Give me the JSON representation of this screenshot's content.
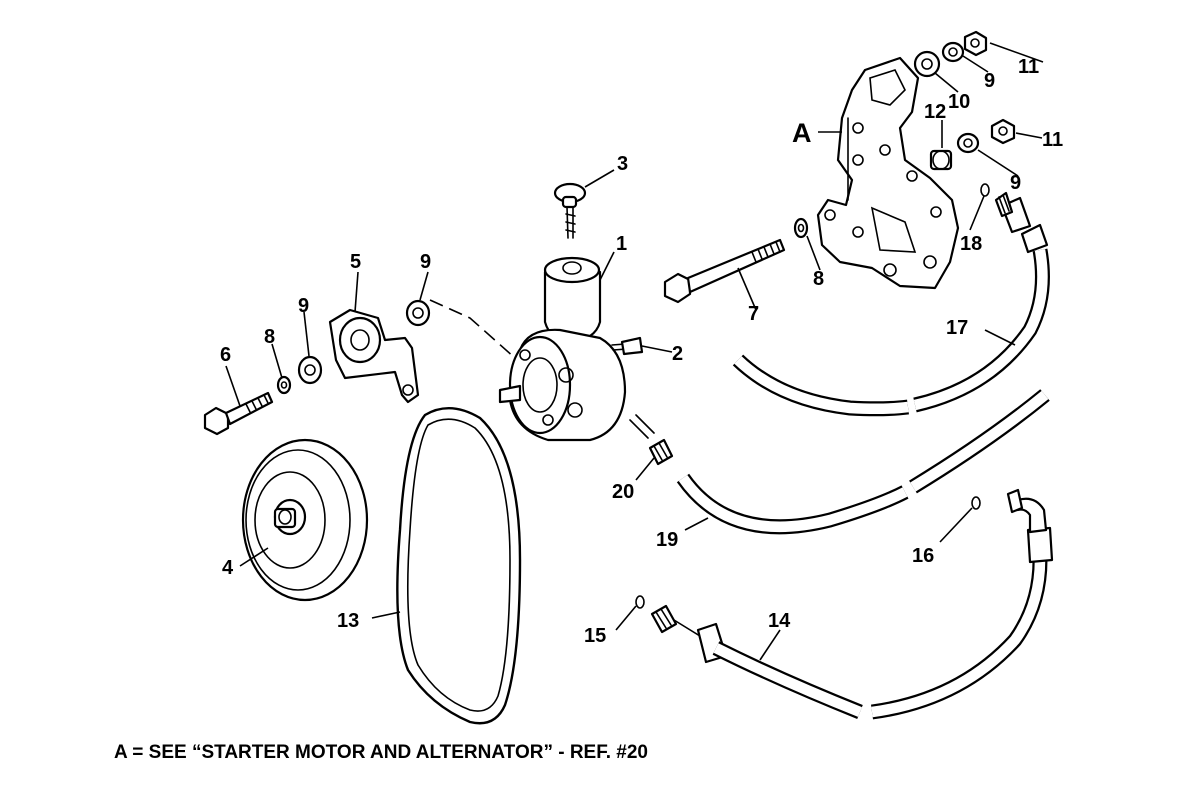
{
  "callouts": [
    {
      "id": "1",
      "text": "1"
    },
    {
      "id": "2",
      "text": "2"
    },
    {
      "id": "3",
      "text": "3"
    },
    {
      "id": "4",
      "text": "4"
    },
    {
      "id": "5",
      "text": "5"
    },
    {
      "id": "6",
      "text": "6"
    },
    {
      "id": "7",
      "text": "7"
    },
    {
      "id": "8a",
      "text": "8"
    },
    {
      "id": "8b",
      "text": "8"
    },
    {
      "id": "9a",
      "text": "9"
    },
    {
      "id": "9b",
      "text": "9"
    },
    {
      "id": "9c",
      "text": "9"
    },
    {
      "id": "9d",
      "text": "9"
    },
    {
      "id": "10",
      "text": "10"
    },
    {
      "id": "11a",
      "text": "11"
    },
    {
      "id": "11b",
      "text": "11"
    },
    {
      "id": "12",
      "text": "12"
    },
    {
      "id": "13",
      "text": "13"
    },
    {
      "id": "14",
      "text": "14"
    },
    {
      "id": "15",
      "text": "15"
    },
    {
      "id": "16",
      "text": "16"
    },
    {
      "id": "17",
      "text": "17"
    },
    {
      "id": "18",
      "text": "18"
    },
    {
      "id": "19",
      "text": "19"
    },
    {
      "id": "20",
      "text": "20"
    },
    {
      "id": "A",
      "text": "A"
    }
  ],
  "footnote": "A = SEE “STARTER MOTOR AND ALTERNATOR” - REF. #20"
}
